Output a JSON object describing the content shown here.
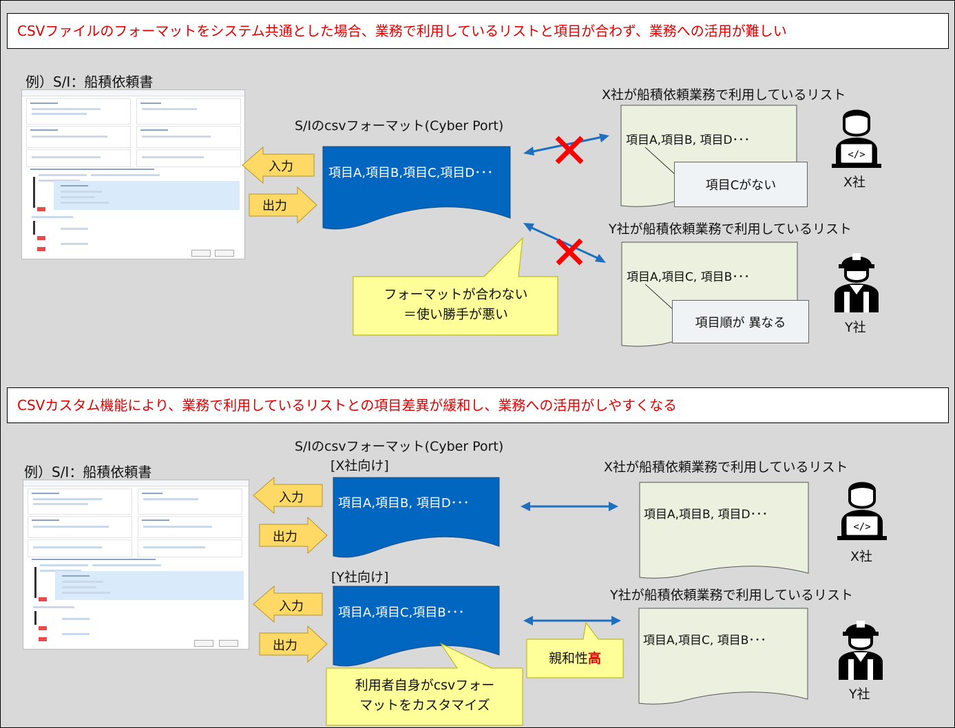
{
  "top": {
    "banner": "CSVファイルのフォーマットをシステム共通とした場合、業務で利用しているリストと項目が合わず、業務への活用が難しい",
    "example_label": "例）S/I：船積依頼書",
    "format_title": "S/Iのcsvフォーマット(Cyber Port)",
    "doc_fields": "項目A,項目B,項目C,項目D･･･",
    "input_label": "入力",
    "output_label": "出力",
    "x_list_title": "X社が船積依頼業務で利用しているリスト",
    "x_list_fields": "項目A,項目B, 項目D･･･",
    "x_note": "項目Cがない",
    "y_list_title": "Y社が船積依頼業務で利用しているリスト",
    "y_list_fields": "項目A,項目C, 項目B･･･",
    "y_note": "項目順が 異なる",
    "callout_line1": "フォーマットが合わない",
    "callout_line2": "＝使い勝手が悪い",
    "x_company": "X社",
    "y_company": "Y社"
  },
  "bottom": {
    "banner": "CSVカスタム機能により、業務で利用しているリストとの項目差異が緩和し、業務への活用がしやすくなる",
    "example_label": "例）S/I：船積依頼書",
    "format_title": "S/Iのcsvフォーマット(Cyber Port)",
    "x_tag": "[X社向け]",
    "y_tag": "[Y社向け]",
    "x_doc_fields": "項目A,項目B, 項目D･･･",
    "y_doc_fields": "項目A,項目C,項目B･･･",
    "input_label": "入力",
    "output_label": "出力",
    "x_list_title": "X社が船積依頼業務で利用しているリスト",
    "x_list_fields": "項目A,項目B, 項目D･･･",
    "y_list_title": "Y社が船積依頼業務で利用しているリスト",
    "y_list_fields": "項目A,項目C, 項目B･･･",
    "callout_line1": "利用者自身がcsvフォー",
    "callout_line2": "マットをカスタマイズ",
    "affinity_prefix": "親和性",
    "affinity_high": "高",
    "x_company": "X社",
    "y_company": "Y社"
  },
  "colors": {
    "banner_text": "#e00000",
    "doc_fill": "#0066c0",
    "list_fill": "#ebf1de",
    "callout_fill": "#ffff99",
    "block_arrow_fill": "#ffd966",
    "connector": "#1f6fbf",
    "cross": "#ff0000"
  }
}
